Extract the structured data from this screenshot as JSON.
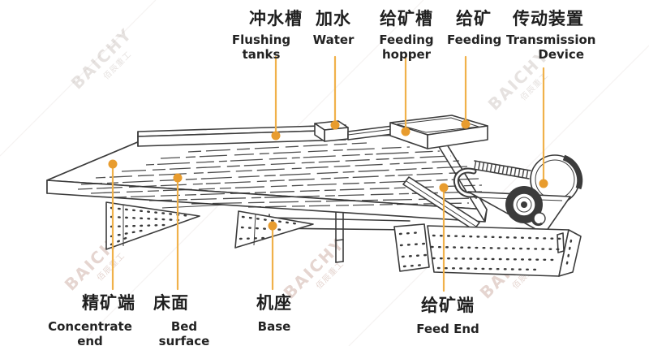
{
  "watermark": {
    "brand": "BAICHY",
    "company_zh": "佰辰重工"
  },
  "labels": {
    "top": [
      {
        "zh": "冲水槽",
        "en": "Flushing tanks"
      },
      {
        "zh": "加水",
        "en": "Water"
      },
      {
        "zh": "给矿槽",
        "en": "Feeding hopper"
      },
      {
        "zh": "给矿",
        "en": "Feeding"
      },
      {
        "zh": "传动装置",
        "en": "Transmission Device"
      }
    ],
    "bottom": [
      {
        "zh": "精矿端",
        "en": "Concentrate end"
      },
      {
        "zh": "床面",
        "en": "Bed surface"
      },
      {
        "zh": "机座",
        "en": "Base"
      },
      {
        "zh": "给矿端",
        "en": "Feed End"
      }
    ]
  },
  "colors": {
    "leader_line": "#F0B14A",
    "leader_dot": "#E89C2E",
    "ink": "#3b3b3b",
    "watermark": "#C9A99B"
  }
}
